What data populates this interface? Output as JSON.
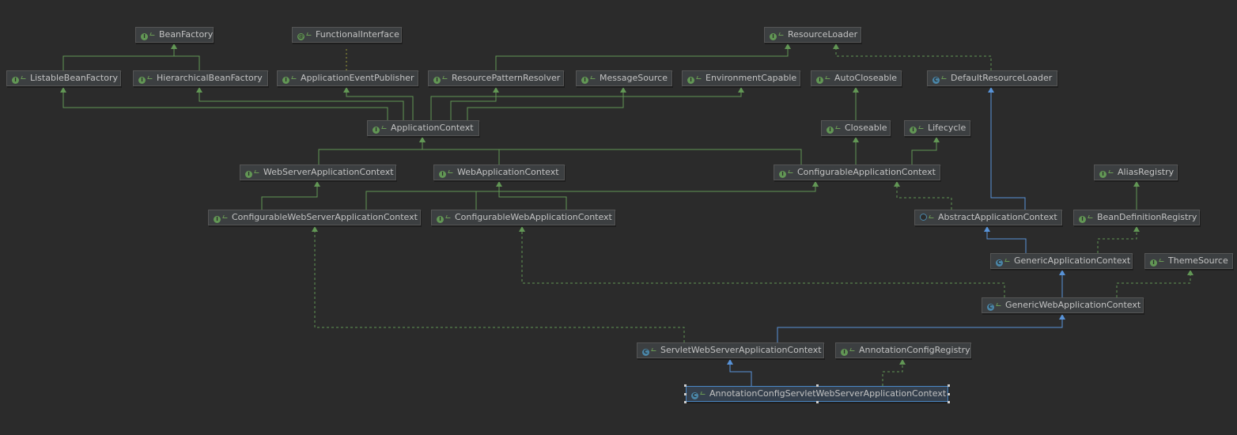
{
  "nodes": [
    {
      "id": "BeanFactory",
      "label": "BeanFactory",
      "kind": "interface"
    },
    {
      "id": "FunctionalInterface",
      "label": "FunctionalInterface",
      "kind": "annotation"
    },
    {
      "id": "ResourceLoader",
      "label": "ResourceLoader",
      "kind": "interface"
    },
    {
      "id": "ListableBeanFactory",
      "label": "ListableBeanFactory",
      "kind": "interface"
    },
    {
      "id": "HierarchicalBeanFactory",
      "label": "HierarchicalBeanFactory",
      "kind": "interface"
    },
    {
      "id": "ApplicationEventPublisher",
      "label": "ApplicationEventPublisher",
      "kind": "interface"
    },
    {
      "id": "ResourcePatternResolver",
      "label": "ResourcePatternResolver",
      "kind": "interface"
    },
    {
      "id": "MessageSource",
      "label": "MessageSource",
      "kind": "interface"
    },
    {
      "id": "EnvironmentCapable",
      "label": "EnvironmentCapable",
      "kind": "interface"
    },
    {
      "id": "AutoCloseable",
      "label": "AutoCloseable",
      "kind": "interface"
    },
    {
      "id": "DefaultResourceLoader",
      "label": "DefaultResourceLoader",
      "kind": "class"
    },
    {
      "id": "ApplicationContext",
      "label": "ApplicationContext",
      "kind": "interface"
    },
    {
      "id": "Closeable",
      "label": "Closeable",
      "kind": "interface"
    },
    {
      "id": "Lifecycle",
      "label": "Lifecycle",
      "kind": "interface"
    },
    {
      "id": "WebServerApplicationContext",
      "label": "WebServerApplicationContext",
      "kind": "interface"
    },
    {
      "id": "WebApplicationContext",
      "label": "WebApplicationContext",
      "kind": "interface"
    },
    {
      "id": "ConfigurableApplicationContext",
      "label": "ConfigurableApplicationContext",
      "kind": "interface"
    },
    {
      "id": "AliasRegistry",
      "label": "AliasRegistry",
      "kind": "interface"
    },
    {
      "id": "ConfigurableWebServerApplicationContext",
      "label": "ConfigurableWebServerApplicationContext",
      "kind": "interface"
    },
    {
      "id": "ConfigurableWebApplicationContext",
      "label": "ConfigurableWebApplicationContext",
      "kind": "interface"
    },
    {
      "id": "AbstractApplicationContext",
      "label": "AbstractApplicationContext",
      "kind": "abstract"
    },
    {
      "id": "BeanDefinitionRegistry",
      "label": "BeanDefinitionRegistry",
      "kind": "interface"
    },
    {
      "id": "GenericApplicationContext",
      "label": "GenericApplicationContext",
      "kind": "class"
    },
    {
      "id": "ThemeSource",
      "label": "ThemeSource",
      "kind": "interface"
    },
    {
      "id": "GenericWebApplicationContext",
      "label": "GenericWebApplicationContext",
      "kind": "class"
    },
    {
      "id": "ServletWebServerApplicationContext",
      "label": "ServletWebServerApplicationContext",
      "kind": "class"
    },
    {
      "id": "AnnotationConfigRegistry",
      "label": "AnnotationConfigRegistry",
      "kind": "interface"
    },
    {
      "id": "AnnotationConfigServletWebServerApplicationContext",
      "label": "AnnotationConfigServletWebServerApplicationContext",
      "kind": "class",
      "selected": true
    }
  ],
  "edges": [
    {
      "from": "ListableBeanFactory",
      "to": "BeanFactory",
      "type": "extends"
    },
    {
      "from": "HierarchicalBeanFactory",
      "to": "BeanFactory",
      "type": "extends"
    },
    {
      "from": "ApplicationEventPublisher",
      "to": "FunctionalInterface",
      "type": "annotated"
    },
    {
      "from": "ApplicationContext",
      "to": "ListableBeanFactory",
      "type": "extends"
    },
    {
      "from": "ApplicationContext",
      "to": "HierarchicalBeanFactory",
      "type": "extends"
    },
    {
      "from": "ApplicationContext",
      "to": "ApplicationEventPublisher",
      "type": "extends"
    },
    {
      "from": "ApplicationContext",
      "to": "ResourcePatternResolver",
      "type": "extends"
    },
    {
      "from": "ApplicationContext",
      "to": "MessageSource",
      "type": "extends"
    },
    {
      "from": "ApplicationContext",
      "to": "EnvironmentCapable",
      "type": "extends"
    },
    {
      "from": "ResourcePatternResolver",
      "to": "ResourceLoader",
      "type": "extends"
    },
    {
      "from": "DefaultResourceLoader",
      "to": "ResourceLoader",
      "type": "implements"
    },
    {
      "from": "Closeable",
      "to": "AutoCloseable",
      "type": "extends"
    },
    {
      "from": "WebServerApplicationContext",
      "to": "ApplicationContext",
      "type": "extends"
    },
    {
      "from": "WebApplicationContext",
      "to": "ApplicationContext",
      "type": "extends"
    },
    {
      "from": "ConfigurableApplicationContext",
      "to": "ApplicationContext",
      "type": "extends"
    },
    {
      "from": "ConfigurableApplicationContext",
      "to": "Closeable",
      "type": "extends"
    },
    {
      "from": "ConfigurableApplicationContext",
      "to": "Lifecycle",
      "type": "extends"
    },
    {
      "from": "ConfigurableWebServerApplicationContext",
      "to": "WebServerApplicationContext",
      "type": "extends"
    },
    {
      "from": "ConfigurableWebServerApplicationContext",
      "to": "ConfigurableApplicationContext",
      "type": "extends"
    },
    {
      "from": "ConfigurableWebApplicationContext",
      "to": "WebApplicationContext",
      "type": "extends"
    },
    {
      "from": "ConfigurableWebApplicationContext",
      "to": "ConfigurableApplicationContext",
      "type": "extends"
    },
    {
      "from": "AbstractApplicationContext",
      "to": "ConfigurableApplicationContext",
      "type": "implements"
    },
    {
      "from": "AbstractApplicationContext",
      "to": "DefaultResourceLoader",
      "type": "class-extends"
    },
    {
      "from": "BeanDefinitionRegistry",
      "to": "AliasRegistry",
      "type": "extends"
    },
    {
      "from": "GenericApplicationContext",
      "to": "AbstractApplicationContext",
      "type": "class-extends"
    },
    {
      "from": "GenericApplicationContext",
      "to": "BeanDefinitionRegistry",
      "type": "implements"
    },
    {
      "from": "GenericWebApplicationContext",
      "to": "GenericApplicationContext",
      "type": "class-extends"
    },
    {
      "from": "GenericWebApplicationContext",
      "to": "ThemeSource",
      "type": "implements"
    },
    {
      "from": "GenericWebApplicationContext",
      "to": "ConfigurableWebApplicationContext",
      "type": "implements"
    },
    {
      "from": "ServletWebServerApplicationContext",
      "to": "GenericWebApplicationContext",
      "type": "class-extends"
    },
    {
      "from": "ServletWebServerApplicationContext",
      "to": "ConfigurableWebServerApplicationContext",
      "type": "implements"
    },
    {
      "from": "AnnotationConfigServletWebServerApplicationContext",
      "to": "ServletWebServerApplicationContext",
      "type": "class-extends"
    },
    {
      "from": "AnnotationConfigServletWebServerApplicationContext",
      "to": "AnnotationConfigRegistry",
      "type": "implements"
    }
  ],
  "colors": {
    "background": "#2b2b2b",
    "interface_edge": "#629755",
    "class_edge": "#5893d8",
    "annotation_edge": "#9b9b3a",
    "selection": "#4a88c7"
  }
}
